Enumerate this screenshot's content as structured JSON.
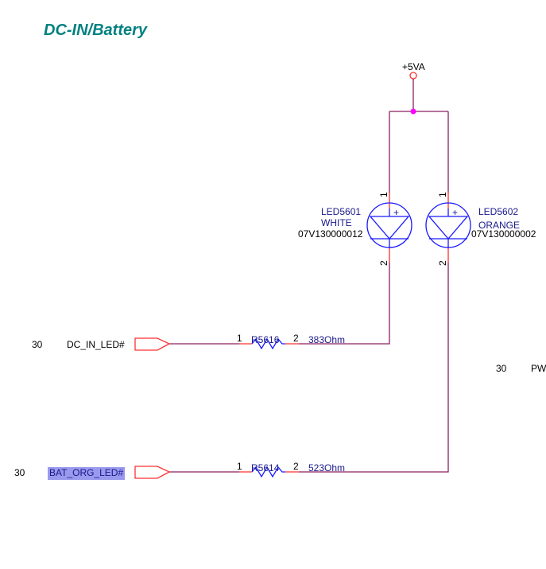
{
  "title": "DC-IN/Battery",
  "power": {
    "net": "+5VA"
  },
  "leds": [
    {
      "ref": "LED5601",
      "value": "WHITE",
      "part": "07V130000012",
      "pin1": "1",
      "pin2": "2"
    },
    {
      "ref": "LED5602",
      "value": "ORANGE",
      "part": "07V130000002",
      "pin1": "1",
      "pin2": "2"
    }
  ],
  "resistors": [
    {
      "ref": "R5616",
      "value": "383Ohm",
      "pin1": "1",
      "pin2": "2"
    },
    {
      "ref": "R5614",
      "value": "523Ohm",
      "pin1": "1",
      "pin2": "2"
    }
  ],
  "ports": [
    {
      "page": "30",
      "net": "DC_IN_LED#"
    },
    {
      "page": "30",
      "net": "BAT_ORG_LED#",
      "highlighted": true
    },
    {
      "page": "30",
      "net": "PW"
    }
  ],
  "colors": {
    "title": "#008080",
    "wire": "#8b2060",
    "pin": "#ff3030",
    "symbol": "#1a1aff",
    "highlight": "#9999ee",
    "junction": "#ff00ff"
  }
}
